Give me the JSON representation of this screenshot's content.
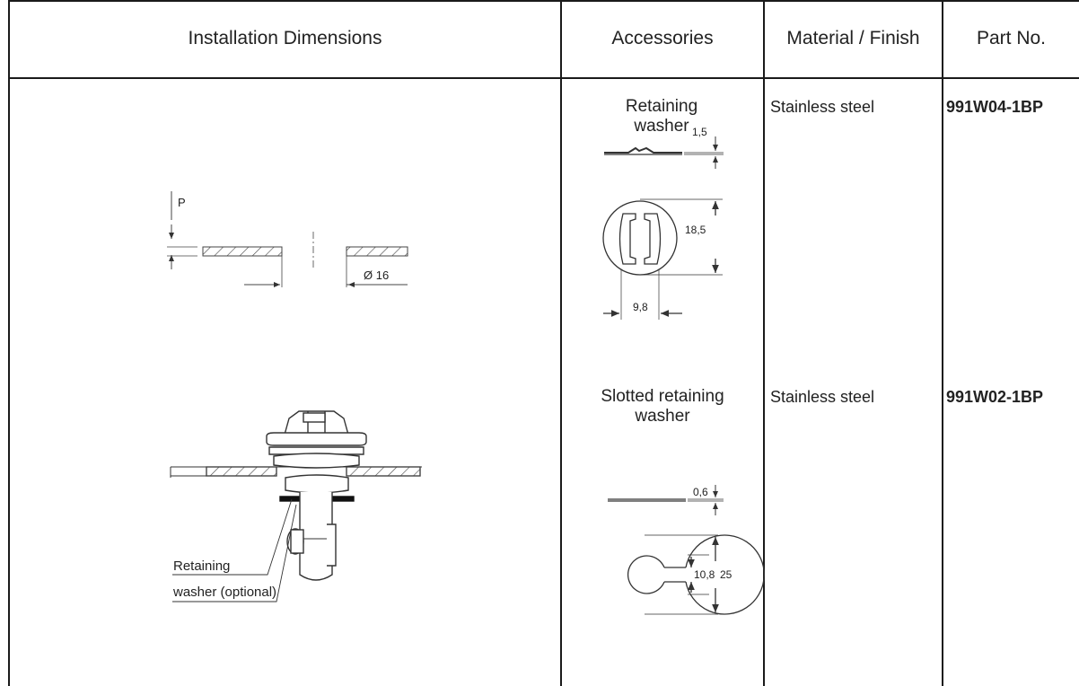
{
  "table": {
    "headers": [
      "Installation Dimensions",
      "Accessories",
      "Material / Finish",
      "Part No."
    ],
    "rows": [
      {
        "accessory_title_line1": "Retaining",
        "accessory_title_line2": "washer",
        "material": "Stainless steel",
        "part_no": "991W04-1BP",
        "dims": {
          "thickness": "1,5",
          "outer": "18,5",
          "inner": "9,8"
        }
      },
      {
        "accessory_title_line1": "Slotted retaining",
        "accessory_title_line2": "washer",
        "material": "Stainless steel",
        "part_no": "991W02-1BP",
        "dims": {
          "thickness": "0,6",
          "inner": "10,8",
          "outer": "25"
        }
      }
    ]
  },
  "install": {
    "panel_label": "P",
    "hole_label": "Ø 16",
    "callout_line1": "Retaining",
    "callout_line2": "washer (optional)"
  }
}
